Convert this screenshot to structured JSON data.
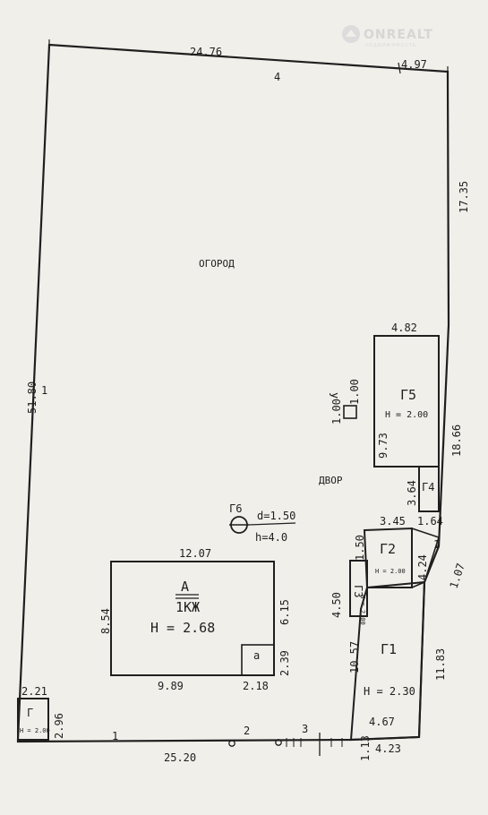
{
  "watermark": {
    "brand": "ONREALT",
    "tagline": "НЕДВИЖИМОСТЬ"
  },
  "plot": {
    "top_side": "24.76",
    "top_right_side": "4.97",
    "right_upper_side": "17.35",
    "right_lower_side": "18.66",
    "left_side": "51.80",
    "bottom_side": "25.20",
    "bottom_right_short": "1.13",
    "bottom_right_side": "4.23",
    "right_segment": "11.83",
    "right_diagonal": "1.07",
    "point_1_left": "1",
    "point_1_right": "1",
    "point_1_bottom": "1",
    "point_2": "2",
    "point_3": "3",
    "point_4": "4"
  },
  "zones": {
    "garden": "ОГОРОД",
    "yard": "ДВОР"
  },
  "building_a": {
    "letter": "А",
    "type": "1КЖ",
    "height": "Н = 2.68",
    "top": "12.07",
    "left": "8.54",
    "right": "6.15",
    "bottom": "9.89",
    "ext_bottom": "2.18",
    "ext_right": "2.39",
    "ext_letter": "а"
  },
  "g1": {
    "label": "Г1",
    "height": "Н = 2.30",
    "left": "10.57",
    "bottom": "4.67"
  },
  "g2": {
    "label": "Г2",
    "height": "Н = 2.00",
    "top": "3.45",
    "right": "4.24"
  },
  "g3": {
    "label": "Г3",
    "left": "4.50",
    "top": "1.50",
    "height": "Н = 2.00"
  },
  "g4": {
    "label": "Г4",
    "left": "3.64",
    "bottom": "1.64"
  },
  "g5": {
    "label": "Г5",
    "height": "Н = 2.00",
    "top": "4.82",
    "left": "9.73"
  },
  "g6": {
    "label": "Г6",
    "diameter": "d=1.50",
    "height": "h=4.0"
  },
  "g_small": {
    "label": "Г",
    "height": "Н = 2.00",
    "top": "2.21",
    "right": "2.96"
  },
  "u": {
    "label": "У",
    "width": "1.00",
    "height": "1.00"
  }
}
